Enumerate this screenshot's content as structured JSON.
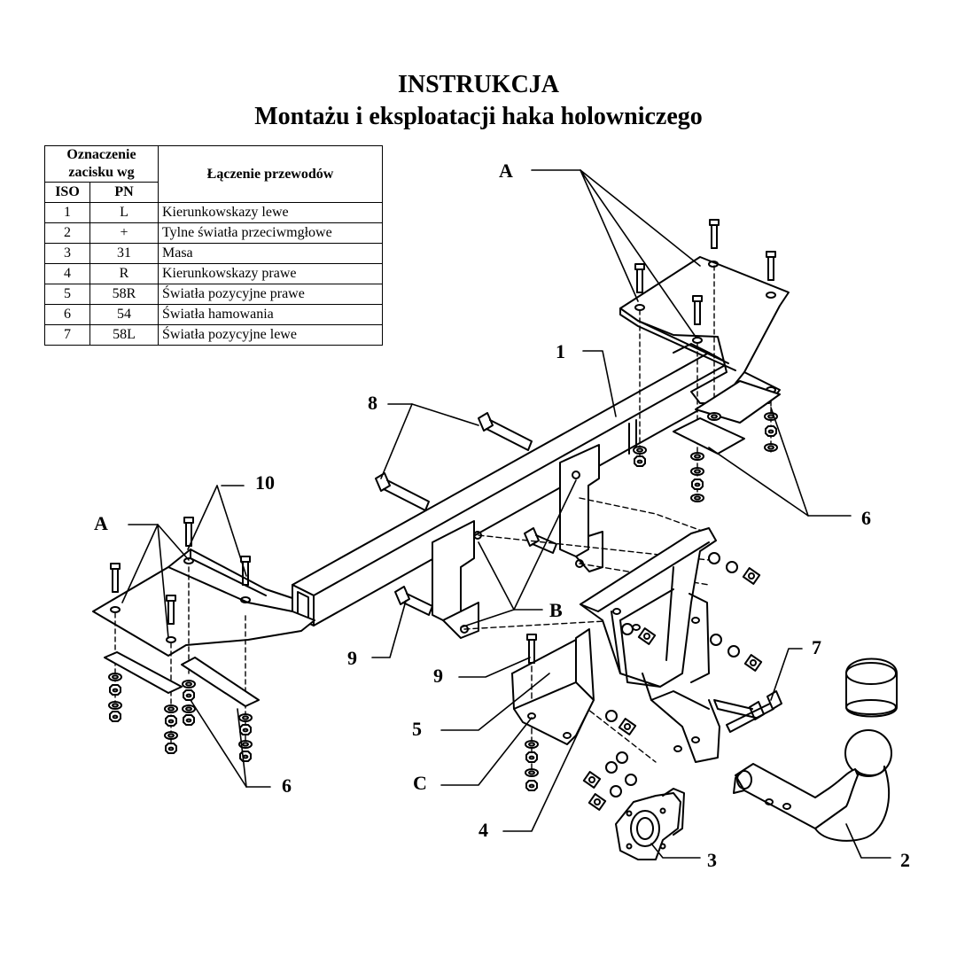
{
  "header": {
    "title": "INSTRUKCJA",
    "subtitle": "Montażu i eksploatacji haka holowniczego"
  },
  "wiring_table": {
    "group_header": "Oznaczenie zacisku wg",
    "col_iso": "ISO",
    "col_pn": "PN",
    "col_desc": "Łączenie przewodów",
    "rows": [
      {
        "iso": "1",
        "pn": "L",
        "desc": "Kierunkowskazy lewe"
      },
      {
        "iso": "2",
        "pn": "+",
        "desc": "Tylne światła przeciwmgłowe"
      },
      {
        "iso": "3",
        "pn": "31",
        "desc": "Masa"
      },
      {
        "iso": "4",
        "pn": "R",
        "desc": "Kierunkowskazy prawe"
      },
      {
        "iso": "5",
        "pn": "58R",
        "desc": "Światła pozycyjne prawe"
      },
      {
        "iso": "6",
        "pn": "54",
        "desc": "Światła hamowania"
      },
      {
        "iso": "7",
        "pn": "58L",
        "desc": "Światła pozycyjne lewe"
      }
    ]
  },
  "callouts": {
    "A_top": "A",
    "A_left": "A",
    "B": "B",
    "C": "C",
    "n1": "1",
    "n2": "2",
    "n3": "3",
    "n4": "4",
    "n5": "5",
    "n6_right": "6",
    "n6_bottom": "6",
    "n7": "7",
    "n8": "8",
    "n9_left": "9",
    "n9_mid": "9",
    "n10": "10"
  }
}
